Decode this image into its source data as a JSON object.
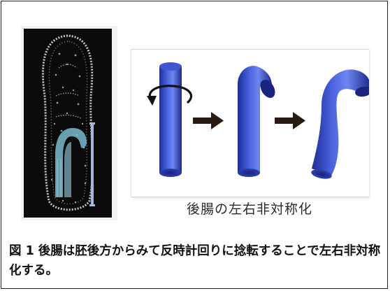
{
  "figure": {
    "sub_caption": "後腸の左右非対称化",
    "legend_prefix": "図",
    "legend_number": "1",
    "legend_text": "後腸は胚後方からみて反時計回りに捻転することで左右非対称化する。"
  },
  "colors": {
    "tube_blue": "#2c49c9",
    "tube_dark": "#1a237e",
    "gut_highlight": "#7fc6dc",
    "arrow": "#2a1a14",
    "micro_bg": "#0b0b0b"
  },
  "icons": {
    "rotation": "counterclockwise-arrow-icon",
    "step": "right-arrow-icon"
  }
}
